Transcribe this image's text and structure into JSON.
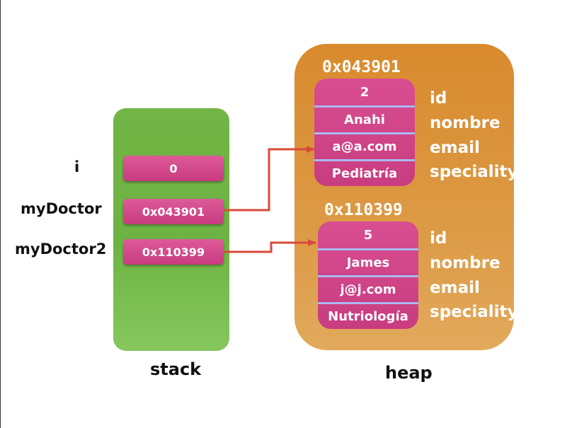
{
  "stack": {
    "caption": "stack",
    "variables": [
      {
        "name": "i",
        "value": "0"
      },
      {
        "name": "myDoctor",
        "value": "0x043901"
      },
      {
        "name": "myDoctor2",
        "value": "0x110399"
      }
    ]
  },
  "heap": {
    "caption": "heap",
    "field_names": [
      "id",
      "nombre",
      "email",
      "speciality"
    ],
    "objects": [
      {
        "address": "0x043901",
        "fields": [
          "2",
          "Anahi",
          "a@a.com",
          "Pediatría"
        ]
      },
      {
        "address": "0x110399",
        "fields": [
          "5",
          "James",
          "j@j.com",
          "Nutriología"
        ]
      }
    ]
  },
  "colors": {
    "stack": "#6db343",
    "heap": "#d98a2d",
    "cell": "#c93b80",
    "arrow": "#d9493a",
    "divider": "#a9b9f2"
  }
}
